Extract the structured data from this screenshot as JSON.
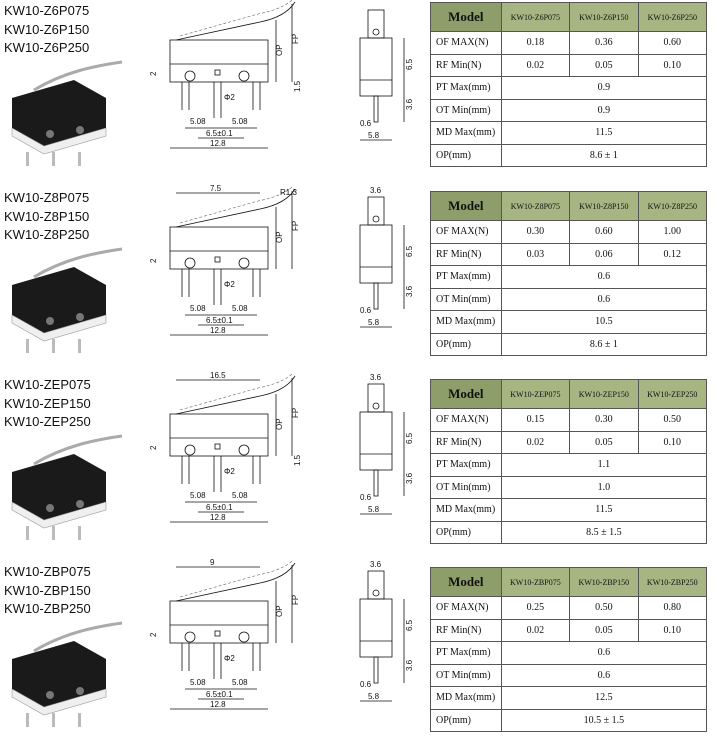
{
  "colors": {
    "header_dark": "#8e9e6a",
    "header_light": "#a7b583",
    "body_black": "#1a1a1a",
    "base_white": "#efefef"
  },
  "common_dims": {
    "pitch1": "5.08",
    "pitch2": "5.08",
    "span": "6.5±0.1",
    "length": "12.8",
    "hole": "Φ2",
    "offset": "2",
    "op_label": "OP",
    "fp_label": "FP",
    "h1": "6.5",
    "h2": "3.6",
    "t1": "0.6",
    "w1": "5.8",
    "side_top": "3.6"
  },
  "sections": [
    {
      "models": [
        "KW10-Z6P075",
        "KW10-Z6P150",
        "KW10-Z6P250"
      ],
      "dims": {
        "extra": "1.5",
        "top_len": "",
        "top_r": ""
      },
      "table": {
        "header": "Model",
        "cols": [
          "KW10-Z6P075",
          "KW10-Z6P150",
          "KW10-Z6P250"
        ],
        "rows": [
          {
            "label": "OF MAX(N)",
            "values": [
              "0.18",
              "0.36",
              "0.60"
            ]
          },
          {
            "label": "RF Min(N)",
            "values": [
              "0.02",
              "0.05",
              "0.10"
            ]
          }
        ],
        "merged": [
          {
            "label": "PT Max(mm)",
            "value": "0.9"
          },
          {
            "label": "OT Min(mm)",
            "value": "0.9"
          },
          {
            "label": "MD Max(mm)",
            "value": "11.5"
          },
          {
            "label": "OP(mm)",
            "value": "8.6 ± 1"
          }
        ]
      }
    },
    {
      "models": [
        "KW10-Z8P075",
        "KW10-Z8P150",
        "KW10-Z8P250"
      ],
      "dims": {
        "extra": "",
        "top_len": "7.5",
        "top_r": "R1.3"
      },
      "table": {
        "header": "Model",
        "cols": [
          "KW10-Z8P075",
          "KW10-Z8P150",
          "KW10-Z8P250"
        ],
        "rows": [
          {
            "label": "OF MAX(N)",
            "values": [
              "0.30",
              "0.60",
              "1.00"
            ]
          },
          {
            "label": "RF Min(N)",
            "values": [
              "0.03",
              "0.06",
              "0.12"
            ]
          }
        ],
        "merged": [
          {
            "label": "PT Max(mm)",
            "value": "0.6"
          },
          {
            "label": "OT Min(mm)",
            "value": "0.6"
          },
          {
            "label": "MD Max(mm)",
            "value": "10.5"
          },
          {
            "label": "OP(mm)",
            "value": "8.6 ± 1"
          }
        ]
      }
    },
    {
      "models": [
        "KW10-ZEP075",
        "KW10-ZEP150",
        "KW10-ZEP250"
      ],
      "dims": {
        "extra": "1.5",
        "top_len": "16.5",
        "top_r": ""
      },
      "table": {
        "header": "Model",
        "cols": [
          "KW10-ZEP075",
          "KW10-ZEP150",
          "KW10-ZEP250"
        ],
        "rows": [
          {
            "label": "OF MAX(N)",
            "values": [
              "0.15",
              "0.30",
              "0.50"
            ]
          },
          {
            "label": "RF Min(N)",
            "values": [
              "0.02",
              "0.05",
              "0.10"
            ]
          }
        ],
        "merged": [
          {
            "label": "PT Max(mm)",
            "value": "1.1"
          },
          {
            "label": "OT Min(mm)",
            "value": "1.0"
          },
          {
            "label": "MD Max(mm)",
            "value": "11.5"
          },
          {
            "label": "OP(mm)",
            "value": "8.5 ± 1.5"
          }
        ]
      }
    },
    {
      "models": [
        "KW10-ZBP075",
        "KW10-ZBP150",
        "KW10-ZBP250"
      ],
      "dims": {
        "extra": "",
        "top_len": "9",
        "top_r": ""
      },
      "table": {
        "header": "Model",
        "cols": [
          "KW10-ZBP075",
          "KW10-ZBP150",
          "KW10-ZBP250"
        ],
        "rows": [
          {
            "label": "OF MAX(N)",
            "values": [
              "0.25",
              "0.50",
              "0.80"
            ]
          },
          {
            "label": "RF Min(N)",
            "values": [
              "0.02",
              "0.05",
              "0.10"
            ]
          }
        ],
        "merged": [
          {
            "label": "PT Max(mm)",
            "value": "0.6"
          },
          {
            "label": "OT Min(mm)",
            "value": "0.6"
          },
          {
            "label": "MD Max(mm)",
            "value": "12.5"
          },
          {
            "label": "OP(mm)",
            "value": "10.5 ± 1.5"
          }
        ]
      }
    }
  ]
}
